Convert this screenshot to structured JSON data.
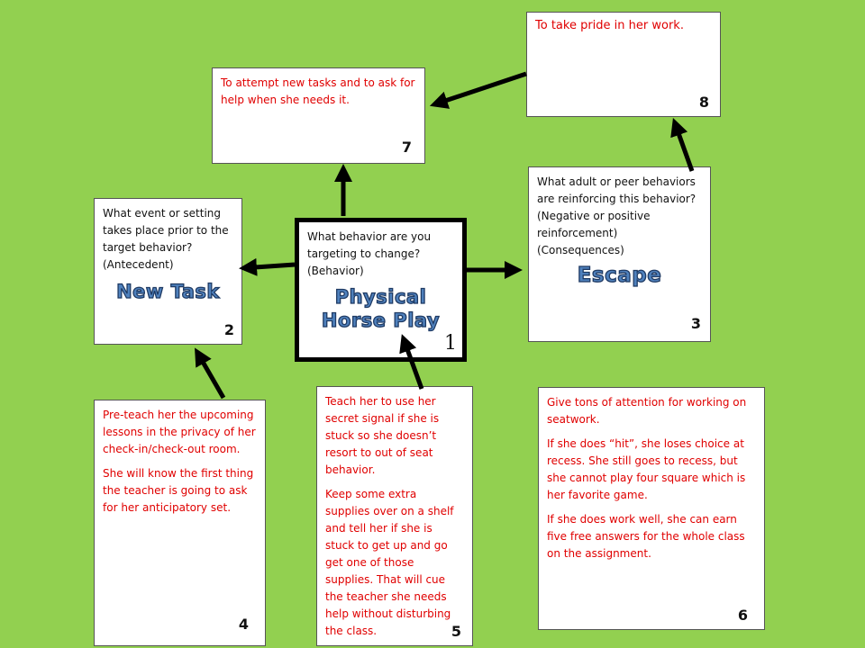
{
  "colors": {
    "background": "#92d050",
    "red_text": "#e00000",
    "outlined_label_fill": "#4f81bd"
  },
  "boxes": {
    "behavior": {
      "question": "What behavior are you targeting to change? (Behavior)",
      "answer": "Physical Horse Play",
      "number": "1"
    },
    "antecedent": {
      "question": "What event or setting takes place prior to the target behavior? (Antecedent)",
      "answer": "New Task",
      "number": "2"
    },
    "consequence": {
      "question": "What adult or peer behaviors are reinforcing this behavior? (Negative or positive reinforcement) (Consequences)",
      "answer": "Escape",
      "number": "3"
    },
    "box4": {
      "paragraphs": [
        "Pre-teach her the upcoming lessons in the privacy of her check-in/check-out room.",
        "She will know the first thing the teacher is going to ask for her anticipatory set."
      ],
      "number": "4"
    },
    "box5": {
      "paragraphs": [
        "Teach her to use her secret signal if she is stuck so she doesn’t resort to out of seat behavior.",
        "Keep some extra supplies over on a shelf and tell her if she is stuck to get up and go get one of those supplies. That will cue the teacher she needs help without disturbing the class."
      ],
      "number": "5"
    },
    "box6": {
      "paragraphs": [
        "Give tons of attention for working on seatwork.",
        "If she does “hit”, she loses choice at recess. She still goes to recess, but she cannot play four square which is her favorite game.",
        "If she does work well, she can earn five free answers for the whole class on the assignment."
      ],
      "number": "6"
    },
    "box7": {
      "text": "To attempt new tasks and to ask for help when she needs it.",
      "number": "7"
    },
    "box8": {
      "text": "To take pride in her work.",
      "number": "8"
    }
  }
}
